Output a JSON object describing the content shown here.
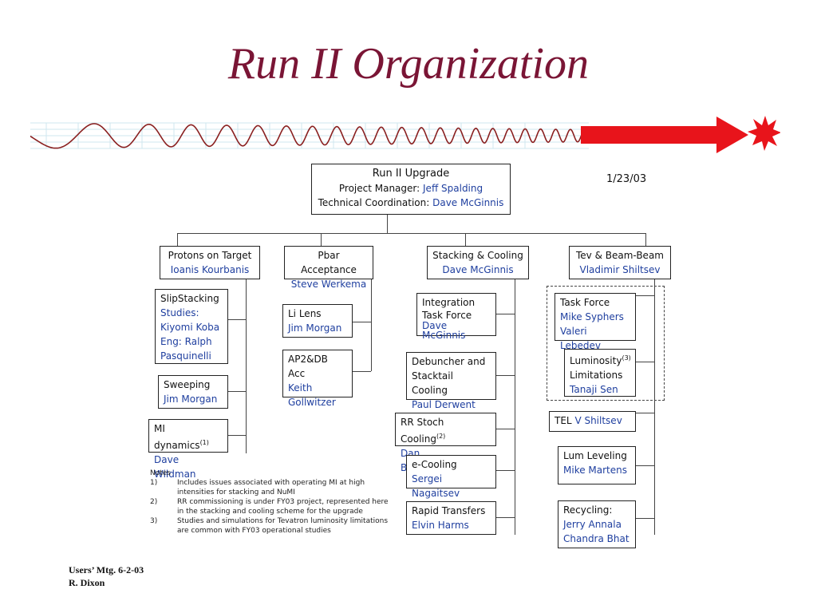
{
  "slide": {
    "title": "Run II Organization"
  },
  "footer": {
    "line1": "Users’ Mtg.  6-2-03",
    "line2": "R. Dixon"
  },
  "chart_date": "1/23/03",
  "top_box": {
    "title": "Run II Upgrade",
    "pm_label": "Project Manager:",
    "pm_name": "Jeff Spalding",
    "tc_label": "Technical Coordination:",
    "tc_name": "Dave McGinnis"
  },
  "branches": {
    "protons": {
      "title": "Protons on Target",
      "lead": "Ioanis Kourbanis"
    },
    "pbar": {
      "title": "Pbar Acceptance",
      "lead": "Steve Werkema"
    },
    "stacking": {
      "title": "Stacking & Cooling",
      "lead": "Dave McGinnis"
    },
    "tev": {
      "title": "Tev & Beam-Beam",
      "lead": "Vladimir Shiltsev"
    }
  },
  "protons_items": {
    "slip": {
      "l1": "SlipStacking",
      "l2": "Studies:",
      "l3": "Kiyomi Koba",
      "l4": "Eng: Ralph",
      "l5": "Pasquinelli"
    },
    "sweeping": {
      "title": "Sweeping",
      "name": "Jim Morgan"
    },
    "mi": {
      "title": "MI dynamics",
      "sup": "(1)",
      "name": "Dave Wildman"
    }
  },
  "pbar_items": {
    "lilens": {
      "title": "Li Lens",
      "name": "Jim Morgan"
    },
    "ap2": {
      "title": "AP2&DB Acc",
      "name1": "Keith",
      "name2": "Gollwitzer"
    }
  },
  "stacking_items": {
    "integration": {
      "l1": "Integration",
      "l2": "Task Force",
      "name": "Dave McGinnis"
    },
    "debuncher": {
      "l1": "Debuncher and",
      "l2": "Stacktail Cooling",
      "name": "Paul Derwent"
    },
    "rr": {
      "title": "RR Stoch Cooling",
      "sup": "(2)",
      "name": "Dan Broemmelsiek"
    },
    "ecool": {
      "title": "e-Cooling",
      "name": "Sergei Nagaitsev"
    },
    "rapid": {
      "title": "Rapid Transfers",
      "name": "Elvin Harms"
    }
  },
  "tev_items": {
    "taskforce": {
      "title": "Task Force",
      "name1": "Mike Syphers",
      "name2": "Valeri Lebedev"
    },
    "lumlim": {
      "l1": "Luminosity",
      "sup": "(3)",
      "l2": "Limitations",
      "name": "Tanaji Sen"
    },
    "tel": {
      "title": "TEL",
      "name": "V Shiltsev"
    },
    "lumlev": {
      "title": "Lum Leveling",
      "name": "Mike Martens"
    },
    "recycling": {
      "title": "Recycling:",
      "name1": "Jerry Annala",
      "name2": "Chandra Bhat"
    }
  },
  "notes": {
    "heading": "Notes",
    "items": [
      {
        "num": "1)",
        "l1": "Includes issues associated with operating MI at high",
        "l2": "intensities for stacking and NuMI"
      },
      {
        "num": "2)",
        "l1": "RR commissioning is under FY03 project, represented here",
        "l2": "in the stacking and cooling scheme for the upgrade"
      },
      {
        "num": "3)",
        "l1": "Studies and simulations for Tevatron luminosity limitations",
        "l2": "are common with FY03 operational studies"
      }
    ]
  },
  "colors": {
    "title": "#7a1535",
    "names": "#1f3f9f",
    "arrow": "#e8141b"
  }
}
